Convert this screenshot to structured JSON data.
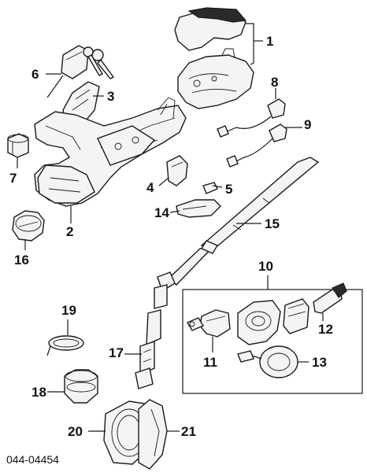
{
  "callouts": [
    {
      "id": "1",
      "label": "1"
    },
    {
      "id": "2",
      "label": "2"
    },
    {
      "id": "3",
      "label": "3"
    },
    {
      "id": "4",
      "label": "4"
    },
    {
      "id": "5",
      "label": "5"
    },
    {
      "id": "6",
      "label": "6"
    },
    {
      "id": "7",
      "label": "7"
    },
    {
      "id": "8",
      "label": "8"
    },
    {
      "id": "9",
      "label": "9"
    },
    {
      "id": "10",
      "label": "10"
    },
    {
      "id": "11",
      "label": "11"
    },
    {
      "id": "12",
      "label": "12"
    },
    {
      "id": "13",
      "label": "13"
    },
    {
      "id": "14",
      "label": "14"
    },
    {
      "id": "15",
      "label": "15"
    },
    {
      "id": "16",
      "label": "16"
    },
    {
      "id": "17",
      "label": "17"
    },
    {
      "id": "18",
      "label": "18"
    },
    {
      "id": "19",
      "label": "19"
    },
    {
      "id": "20",
      "label": "20"
    },
    {
      "id": "21",
      "label": "21"
    }
  ],
  "diagram_code": "044-04454",
  "colors": {
    "ink": "#1a1a1a",
    "fill": "#f4f4f4",
    "background": "#ffffff"
  }
}
